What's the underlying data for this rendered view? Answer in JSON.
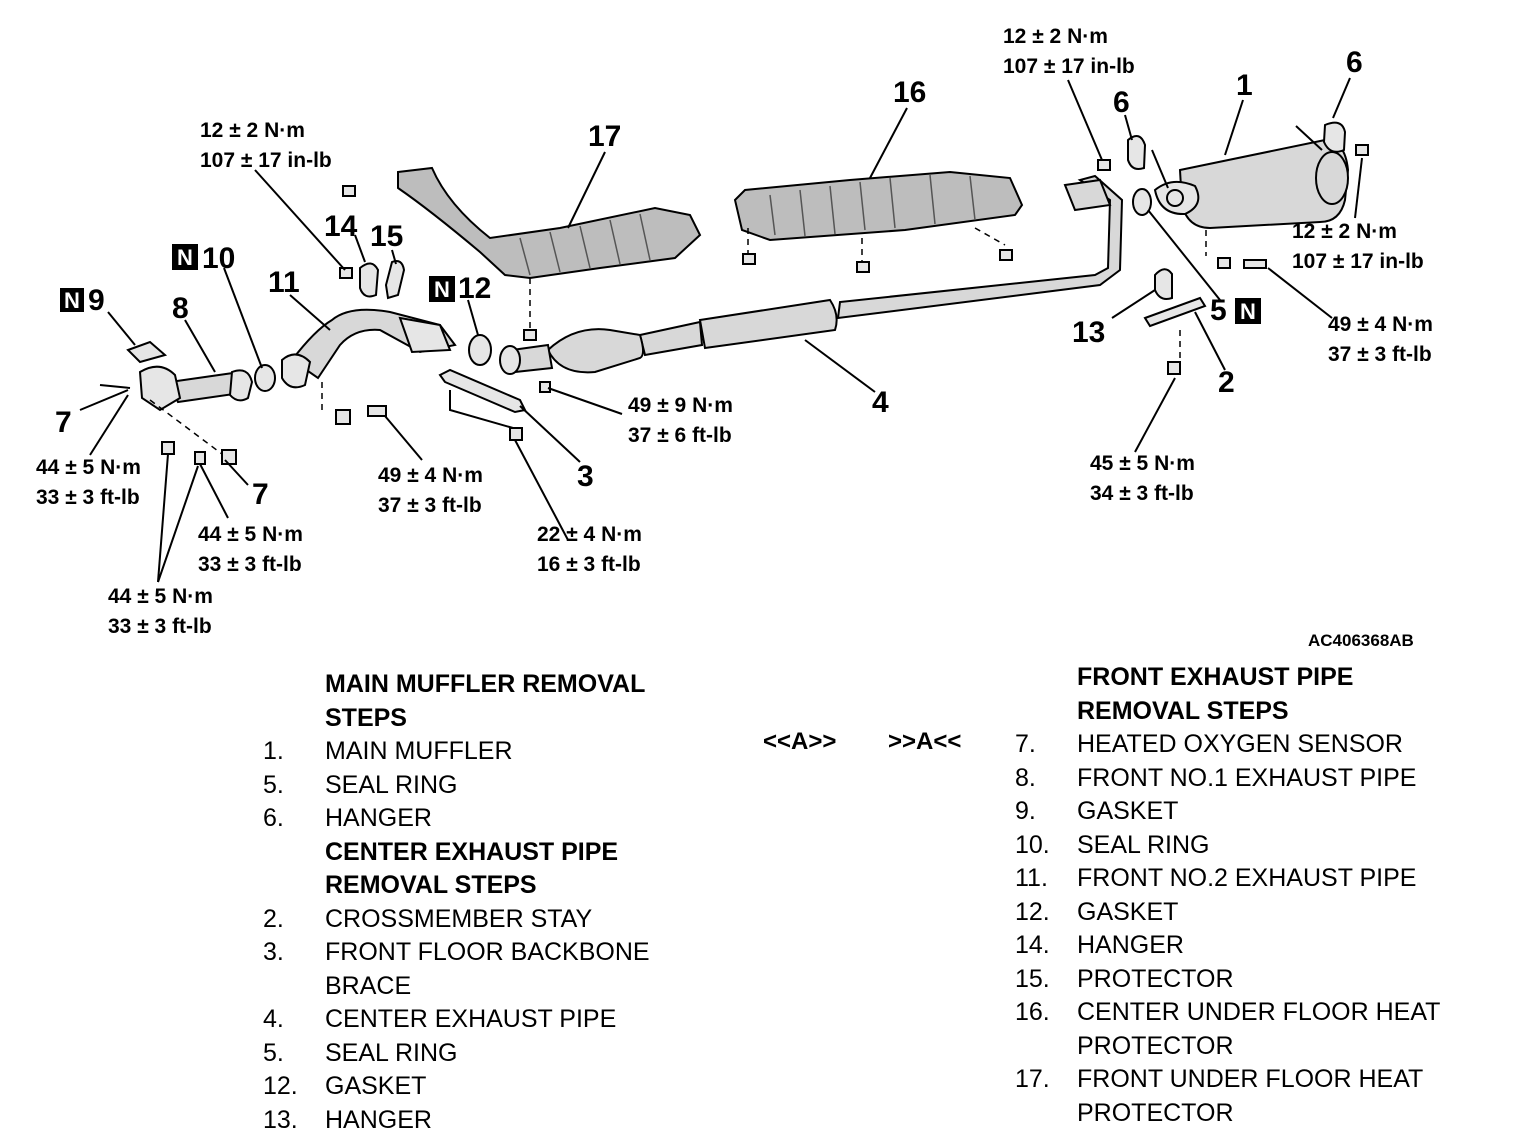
{
  "figure_ref": "AC406368AB",
  "part_numbers": [
    "1",
    "2",
    "3",
    "4",
    "5",
    "6",
    "6",
    "7",
    "7",
    "8",
    "9",
    "10",
    "11",
    "12",
    "13",
    "14",
    "15",
    "16",
    "17"
  ],
  "n_mark": "N",
  "torques": {
    "t_top_right": [
      "12 ± 2 N·m",
      "107 ± 17 in-lb"
    ],
    "t_right_muffler": [
      "12 ± 2 N·m",
      "107 ± 17 in-lb"
    ],
    "t_hanger_bolt": [
      "49 ± 4 N·m",
      "37 ± 3 ft-lb"
    ],
    "t_crossmember": [
      "45 ± 5 N·m",
      "34 ± 3 ft-lb"
    ],
    "t_center_joint": [
      "49 ± 9 N·m",
      "37 ± 6 ft-lb"
    ],
    "t_brace": [
      "22 ± 4 N·m",
      "16 ± 3 ft-lb"
    ],
    "t_front_joint": [
      "49 ± 4 N·m",
      "37 ± 3 ft-lb"
    ],
    "t_top_left": [
      "12 ± 2 N·m",
      "107 ± 17 in-lb"
    ],
    "t_sensor": [
      "44 ± 5 N·m",
      "33 ± 3 ft-lb"
    ],
    "t_sensor2": [
      "44 ± 5 N·m",
      "33 ± 3 ft-lb"
    ],
    "t_manifold": [
      "44 ± 5 N·m",
      "33 ± 3 ft-lb"
    ]
  },
  "marks": {
    "left": "<<A>>",
    "right": ">>A<<"
  },
  "left_list": {
    "heading1": [
      "MAIN MUFFLER REMOVAL",
      "STEPS"
    ],
    "items1": [
      {
        "n": "1.",
        "t": "MAIN MUFFLER"
      },
      {
        "n": "5.",
        "t": "SEAL RING"
      },
      {
        "n": "6.",
        "t": "HANGER"
      }
    ],
    "heading2": [
      "CENTER EXHAUST PIPE",
      "REMOVAL STEPS"
    ],
    "items2": [
      {
        "n": "2.",
        "t": "CROSSMEMBER STAY"
      },
      {
        "n": "3.",
        "t": "FRONT FLOOR BACKBONE"
      },
      {
        "n": "",
        "t": "BRACE"
      },
      {
        "n": "4.",
        "t": "CENTER EXHAUST PIPE"
      },
      {
        "n": "5.",
        "t": "SEAL RING"
      },
      {
        "n": "12.",
        "t": "GASKET"
      },
      {
        "n": "13.",
        "t": "HANGER"
      }
    ]
  },
  "right_list": {
    "heading": [
      "FRONT EXHAUST PIPE",
      "REMOVAL STEPS"
    ],
    "items": [
      {
        "n": "7.",
        "t": "HEATED OXYGEN SENSOR"
      },
      {
        "n": "8.",
        "t": "FRONT NO.1 EXHAUST PIPE"
      },
      {
        "n": "9.",
        "t": "GASKET"
      },
      {
        "n": "10.",
        "t": "SEAL RING"
      },
      {
        "n": "11.",
        "t": "FRONT NO.2 EXHAUST PIPE"
      },
      {
        "n": "12.",
        "t": "GASKET"
      },
      {
        "n": "14.",
        "t": "HANGER"
      },
      {
        "n": "15.",
        "t": "PROTECTOR"
      },
      {
        "n": "16.",
        "t": "CENTER UNDER FLOOR HEAT"
      },
      {
        "n": "",
        "t": "PROTECTOR"
      },
      {
        "n": "17.",
        "t": "FRONT UNDER FLOOR HEAT"
      },
      {
        "n": "",
        "t": "PROTECTOR"
      }
    ]
  }
}
